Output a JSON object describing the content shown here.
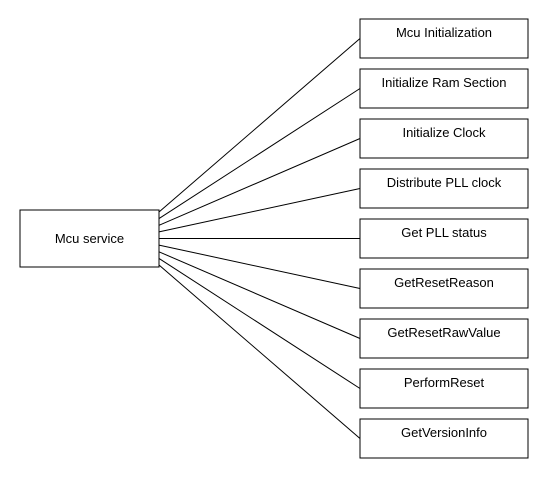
{
  "root": {
    "label": "Mcu service"
  },
  "children": [
    {
      "label": "Mcu Initialization"
    },
    {
      "label": "Initialize Ram Section"
    },
    {
      "label": "Initialize Clock"
    },
    {
      "label": "Distribute PLL clock"
    },
    {
      "label": "Get PLL status"
    },
    {
      "label": "GetResetReason"
    },
    {
      "label": "GetResetRawValue"
    },
    {
      "label": "PerformReset"
    },
    {
      "label": "GetVersionInfo"
    }
  ],
  "colors": {
    "stroke": "#000000",
    "fill": "#ffffff",
    "text": "#000000"
  }
}
